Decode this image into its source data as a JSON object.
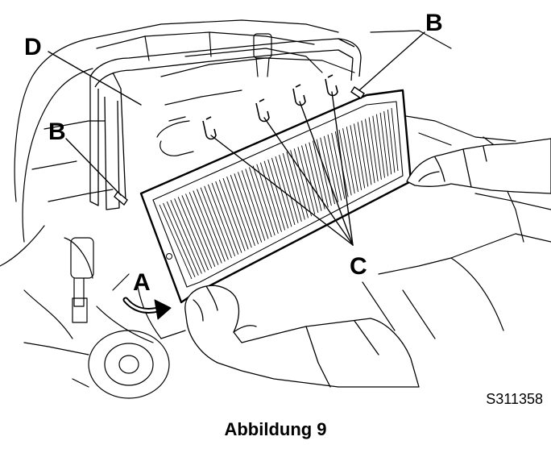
{
  "figure": {
    "callouts": {
      "a": "A",
      "b_top": "B",
      "b_left": "B",
      "c": "C",
      "d": "D"
    },
    "reference_code": "S311358",
    "caption": "Abbildung 9"
  },
  "colors": {
    "ink": "#000000",
    "paper": "#ffffff"
  }
}
